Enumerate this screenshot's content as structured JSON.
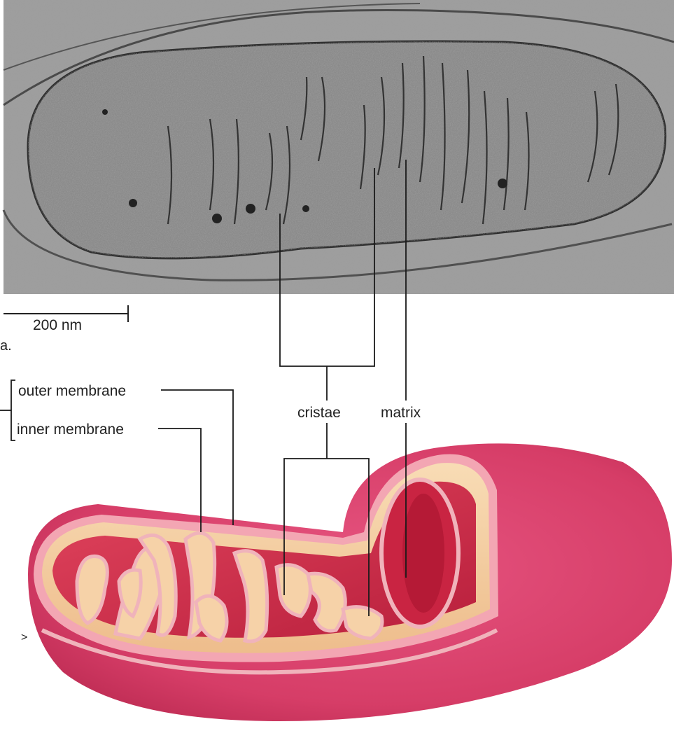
{
  "micrograph": {
    "scale_bar_label": "200 nm",
    "panel_letter": "a."
  },
  "labels": {
    "outer_membrane": "outer membrane",
    "inner_membrane": "inner membrane",
    "cristae": "cristae",
    "matrix": "matrix",
    "edge_mark": ">"
  },
  "colors": {
    "mito_outer": "#d9436b",
    "mito_inner_membrane": "#f0b3bb",
    "intermembrane_tan": "#f6d2a8",
    "matrix_red": "#cf2f4c",
    "micrograph_bg": "#9a9a9a"
  }
}
